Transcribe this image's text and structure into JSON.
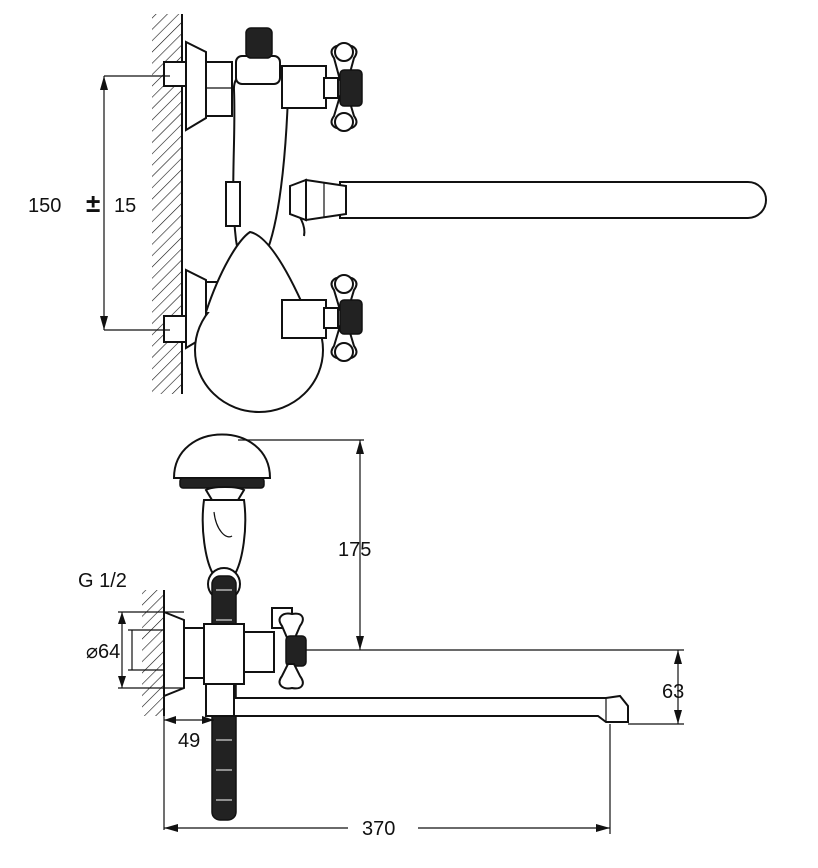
{
  "top_view": {
    "dim_center_label": "150",
    "dim_pm_label": "±",
    "dim_tolerance_label": "15"
  },
  "side_view": {
    "dim_height_label": "175",
    "thread_label": "G 1/2",
    "diameter_label": "⌀64",
    "dim_spout_height_label": "63",
    "dim_wall_offset_label": "49",
    "dim_spout_length_label": "370"
  },
  "colors": {
    "line": "#111111",
    "background": "#ffffff"
  }
}
